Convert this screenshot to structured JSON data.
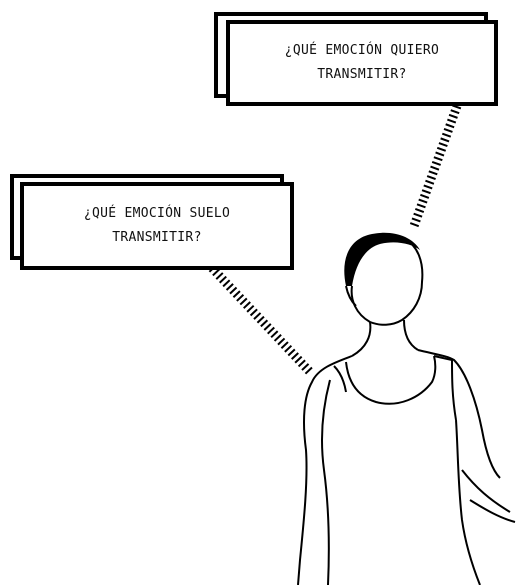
{
  "bubbles": {
    "want": {
      "line1": "¿QUÉ EMOCIÓN QUIERO",
      "line2": "TRANSMITIR?"
    },
    "usual": {
      "line1": "¿QUÉ EMOCIÓN SUELO",
      "line2": "TRANSMITIR?"
    }
  },
  "colors": {
    "ink": "#000000",
    "paper": "#ffffff"
  }
}
